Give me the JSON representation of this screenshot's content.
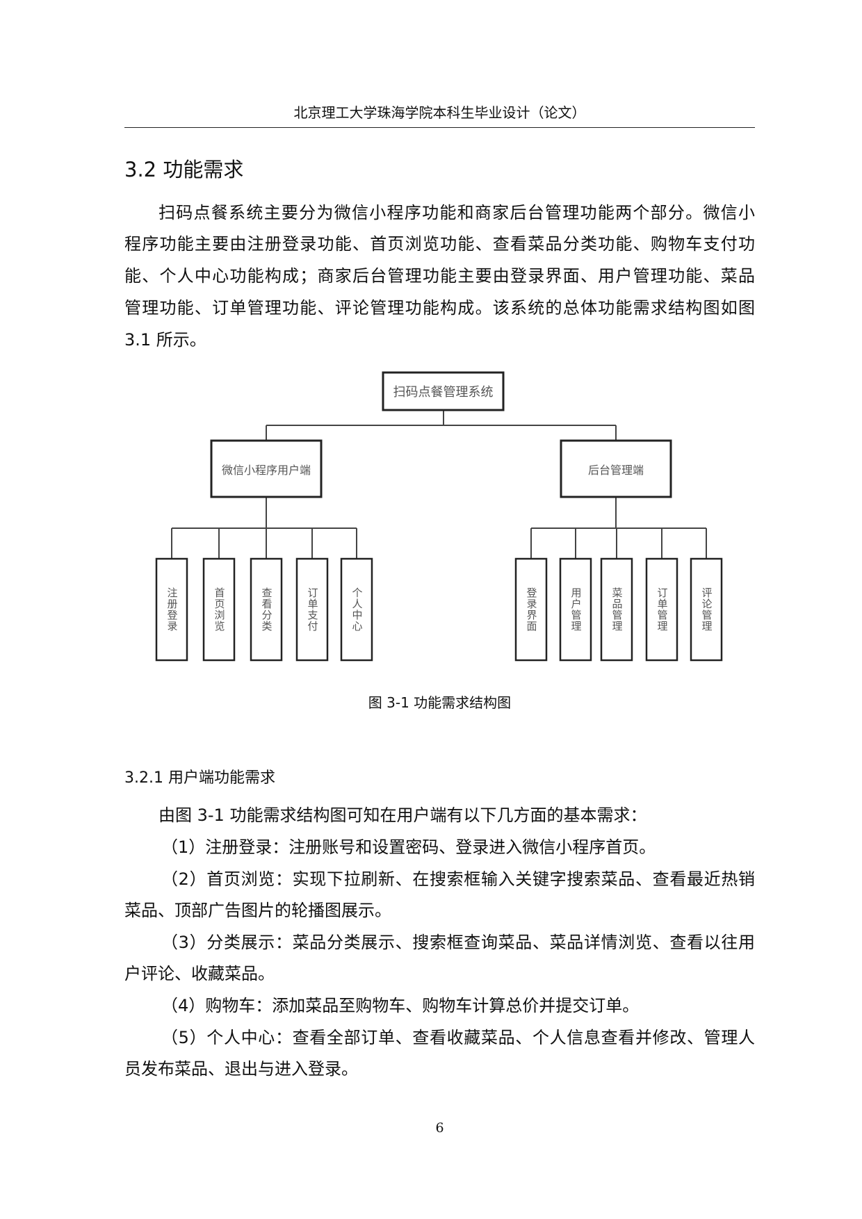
{
  "header": {
    "title": "北京理工大学珠海学院本科生毕业设计（论文）"
  },
  "section": {
    "heading": "3.2  功能需求",
    "paragraph_lines": [
      "扫码点餐系统主要分为微信小程序功能和商家后台管理功能两个部分。微信小",
      "程序功能主要由注册登录功能、首页浏览功能、查看菜品分类功能、购物车支付功",
      "能、个人中心功能构成；商家后台管理功能主要由登录界面、用户管理功能、菜品",
      "管理功能、订单管理功能、评论管理功能构成。该系统的总体功能需求结构图如图",
      "3.1 所示。"
    ]
  },
  "figure": {
    "root": "扫码点餐管理系统",
    "branches": [
      {
        "label": "微信小程序用户端",
        "children": [
          "注册登录",
          "首页浏览",
          "查看分类",
          "订单支付",
          "个人中心"
        ]
      },
      {
        "label": "后台管理端",
        "children": [
          "登录界面",
          "用户管理",
          "菜品管理",
          "订单管理",
          "评论管理"
        ]
      }
    ],
    "caption": "图 3-1  功能需求结构图"
  },
  "subsection": {
    "heading": "3.2.1  用户端功能需求",
    "lines": [
      "由图 3-1 功能需求结构图可知在用户端有以下几方面的基本需求：",
      "（1）注册登录：注册账号和设置密码、登录进入微信小程序首页。",
      "（2）首页浏览：实现下拉刷新、在搜索框输入关键字搜索菜品、查看最近热销",
      "菜品、顶部广告图片的轮播图展示。",
      "（3）分类展示：菜品分类展示、搜索框查询菜品、菜品详情浏览、查看以往用",
      "户评论、收藏菜品。",
      "（4）购物车：添加菜品至购物车、购物车计算总价并提交订单。",
      "（5）个人中心：查看全部订单、查看收藏菜品、个人信息查看并修改、管理人",
      "员发布菜品、退出与进入登录。"
    ]
  },
  "footer": {
    "page_number": "6"
  }
}
